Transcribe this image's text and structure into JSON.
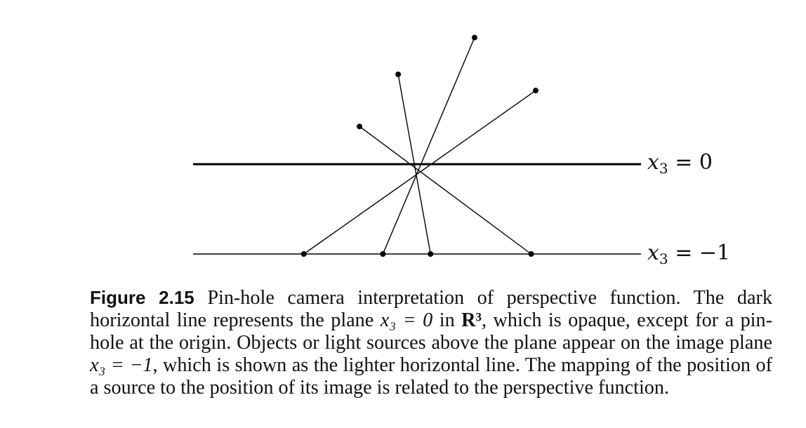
{
  "figure": {
    "label_top": {
      "var": "x",
      "sub": "3",
      "rel": "= 0"
    },
    "label_bottom": {
      "var": "x",
      "sub": "3",
      "rel": "= −1"
    },
    "rays": [
      {
        "source": [
          -0.64,
          0.42
        ],
        "image": [
          1.27,
          -1
        ]
      },
      {
        "source": [
          -0.21,
          1.0
        ],
        "image": [
          0.15,
          -1
        ]
      },
      {
        "source": [
          0.64,
          1.41
        ],
        "image": [
          -0.38,
          -1
        ]
      },
      {
        "source": [
          1.32,
          0.82
        ],
        "image": [
          -1.26,
          -1
        ]
      }
    ]
  },
  "caption": {
    "fig_label": "Figure 2.15",
    "part1": " Pin-hole camera interpretation of perspective function. The dark horizontal line represents the plane ",
    "math1": "x₃ = 0",
    "part2": " in ",
    "math2": "R³",
    "part3": ", which is opaque, except for a pin-hole at the origin. Objects or light sources above the plane appear on the image plane ",
    "math3": "x₃ = −1",
    "part4": ", which is shown as the lighter horizontal line. The mapping of the position of a source to the position of its image is related to the perspective function."
  }
}
